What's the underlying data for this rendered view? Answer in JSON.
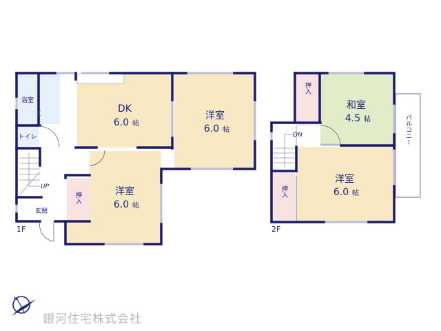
{
  "floor1": {
    "label": "1F",
    "rooms": {
      "bathroom": "浴室",
      "toilet": "トイレ",
      "entrance": "玄関",
      "dk": {
        "name": "DK",
        "size": "6.0",
        "unit": "帖"
      },
      "western_room_a": {
        "name": "洋室",
        "size": "6.0",
        "unit": "帖"
      },
      "western_room_b": {
        "name": "洋室",
        "size": "6.0",
        "unit": "帖"
      },
      "closet": "押入"
    },
    "stairs": {
      "label": "UP"
    }
  },
  "floor2": {
    "label": "2F",
    "rooms": {
      "japanese_room": {
        "name": "和室",
        "size": "4.5",
        "unit": "帖"
      },
      "western_room": {
        "name": "洋室",
        "size": "6.0",
        "unit": "帖"
      },
      "closet_upper": "押入",
      "closet_lower": "押入",
      "balcony": "バルコニー"
    },
    "stairs": {
      "label": "DN"
    }
  },
  "compass": {
    "icon": "north-arrow-icon",
    "direction": "N"
  },
  "company": {
    "name": "銀河住宅株式会社"
  },
  "colors": {
    "wall": "#1a1a6e",
    "beige_room": "#f8e8c4",
    "green_room": "#e0edc8",
    "wet_area": "#e6f1fb",
    "closet": "#f9e2e2",
    "window": "#b8bcd8"
  }
}
